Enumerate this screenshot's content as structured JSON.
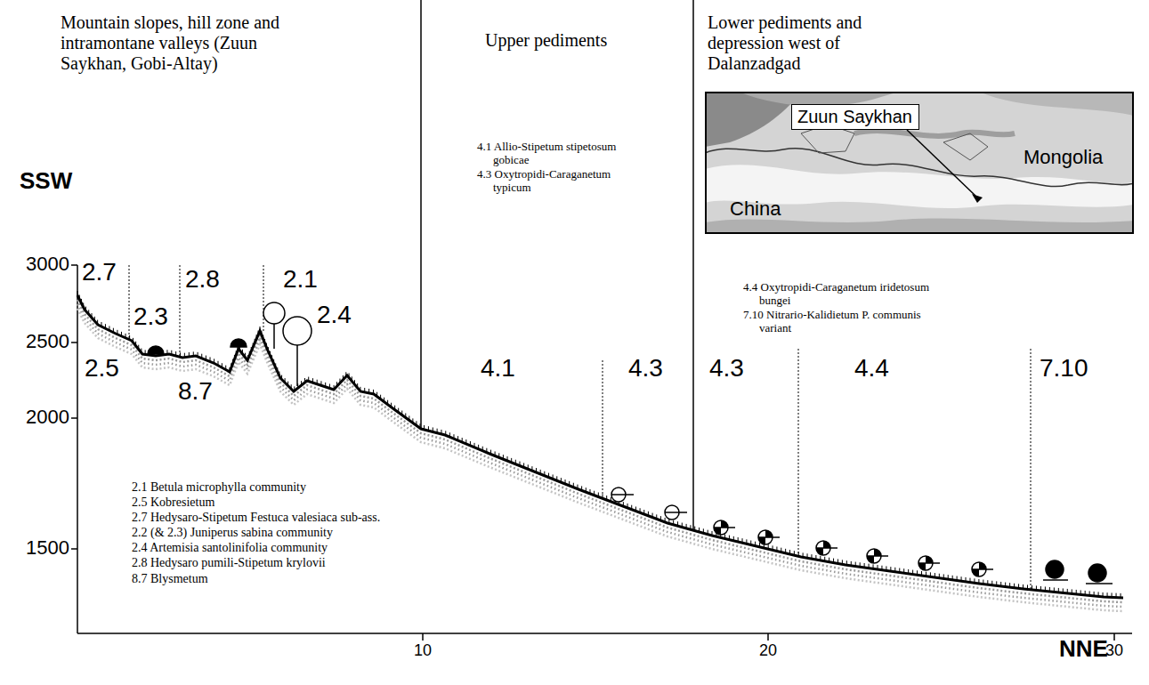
{
  "diagram": {
    "nodes": [
      {
        "text": [
          "Mongolia",
          "China"
        ]
      },
      {
        "text": [
          "Zuun Saykhan"
        ],
        "in": 0
      }
    ],
    "labels": [
      "Mountain slopes, hill zone and intramontane valleys (Zuun Saykhan, Gobi-Altay)",
      "Upper pediments",
      "Lower pediments and depression west of Dalanzadgad",
      "SSW",
      "NNE",
      "3000",
      "2500",
      "2000",
      "1500",
      "10",
      "20",
      "30",
      "2.7",
      "2.3",
      "2.8",
      "2.1",
      "2.4",
      "2.5",
      "8.7",
      "4.1",
      "4.3",
      "4.3",
      "4.4",
      "7.10",
      "2.1 Betula microphylla community",
      "2.5 Kobresietum",
      "2.7 Hedysaro-Stipetum Festuca valesiaca sub-ass.",
      "2.2 (& 2.3) Juniperus sabina community",
      "2.4 Artemisia santolinifolia community",
      "2.8 Hedysaro pumili-Stipetum krylovii",
      "8.7 Blysmetum",
      "4.1 Allio-Stipetum stipetosum gobicae",
      "4.3 Oxytropidi-Caraganetum typicum",
      "4.4 Oxytropidi-Caraganetum iridetosum bungei",
      "7.10 Nitrario-Kalidietum P. communis variant"
    ]
  }
}
